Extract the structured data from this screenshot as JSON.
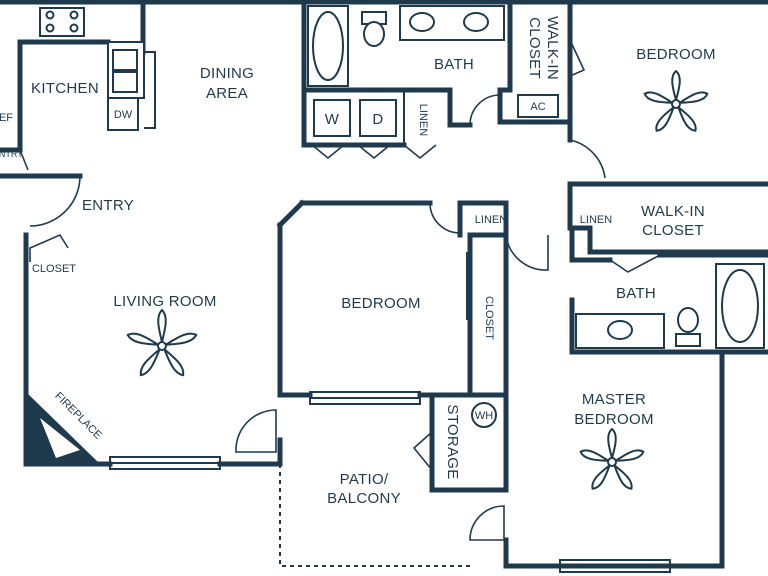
{
  "rooms": {
    "kitchen": "KITCHEN",
    "dining_l1": "DINING",
    "dining_l2": "AREA",
    "bath_top": "BATH",
    "walk_in_closet_top_l1": "WALK-IN",
    "walk_in_closet_top_l2": "CLOSET",
    "bedroom_top_right": "BEDROOM",
    "entry": "ENTRY",
    "closet_left": "CLOSET",
    "living_room": "LIVING ROOM",
    "bedroom_center": "BEDROOM",
    "closet_center": "CLOSET",
    "linen_center": "LINEN",
    "linen_right": "LINEN",
    "walk_in_closet_right_l1": "WALK-IN",
    "walk_in_closet_right_l2": "CLOSET",
    "bath_right": "BATH",
    "master_bedroom_l1": "MASTER",
    "master_bedroom_l2": "BEDROOM",
    "storage": "STORAGE",
    "patio_l1": "PATIO/",
    "patio_l2": "BALCONY",
    "fireplace": "FIREPLACE"
  },
  "fixtures": {
    "washer": "W",
    "dryer": "D",
    "linen_top": "LINEN",
    "dishwasher": "DW",
    "ac": "AC",
    "water_heater": "WH",
    "refrigerator_partial": "EF",
    "pantry_partial": "ANTRY"
  },
  "colors": {
    "line": "#1f3a4d",
    "background": "#ffffff"
  }
}
